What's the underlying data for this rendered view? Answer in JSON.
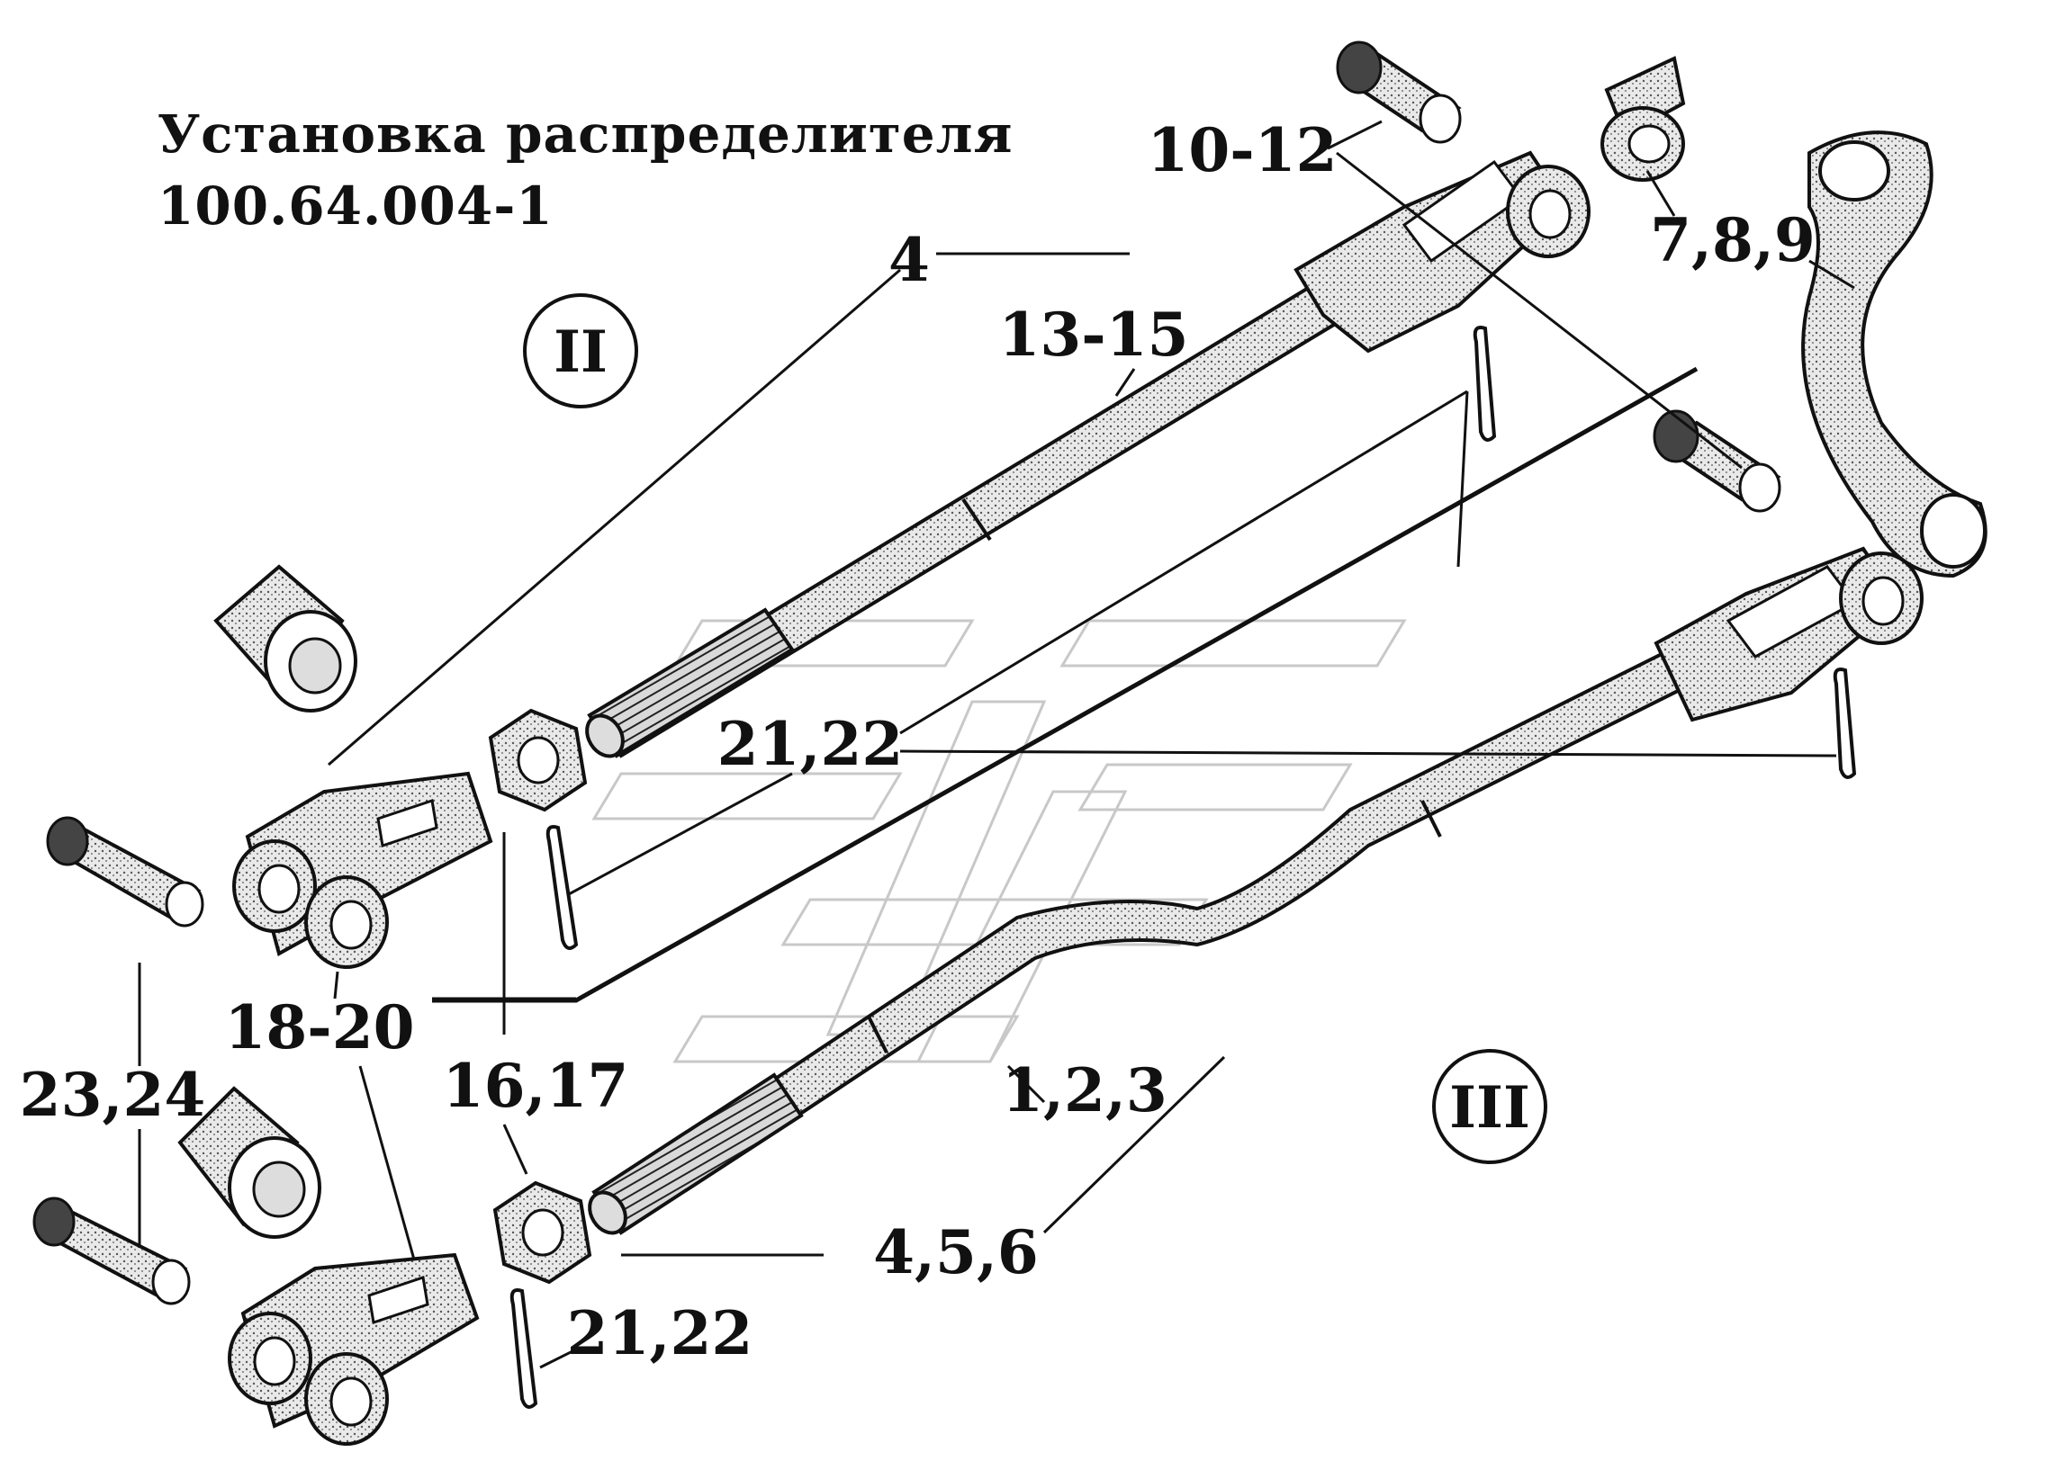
{
  "title": {
    "line1": "Установка распределителя",
    "line2": "100.64.004-1"
  },
  "views": {
    "view_ii": "II",
    "view_iii": "III"
  },
  "callouts": {
    "c_4": "4",
    "c_10_12": "10-12",
    "c_7_8_9": "7,8,9",
    "c_13_15": "13-15",
    "c_21_22_top": "21,22",
    "c_18_20": "18-20",
    "c_16_17": "16,17",
    "c_23_24": "23,24",
    "c_1_2_3": "1,2,3",
    "c_4_5_6": "4,5,6",
    "c_21_22_bottom": "21,22"
  },
  "colors": {
    "ink": "#111111",
    "paper": "#ffffff",
    "shade": "#8a8a8a",
    "watermark": "#c8c8c8"
  }
}
